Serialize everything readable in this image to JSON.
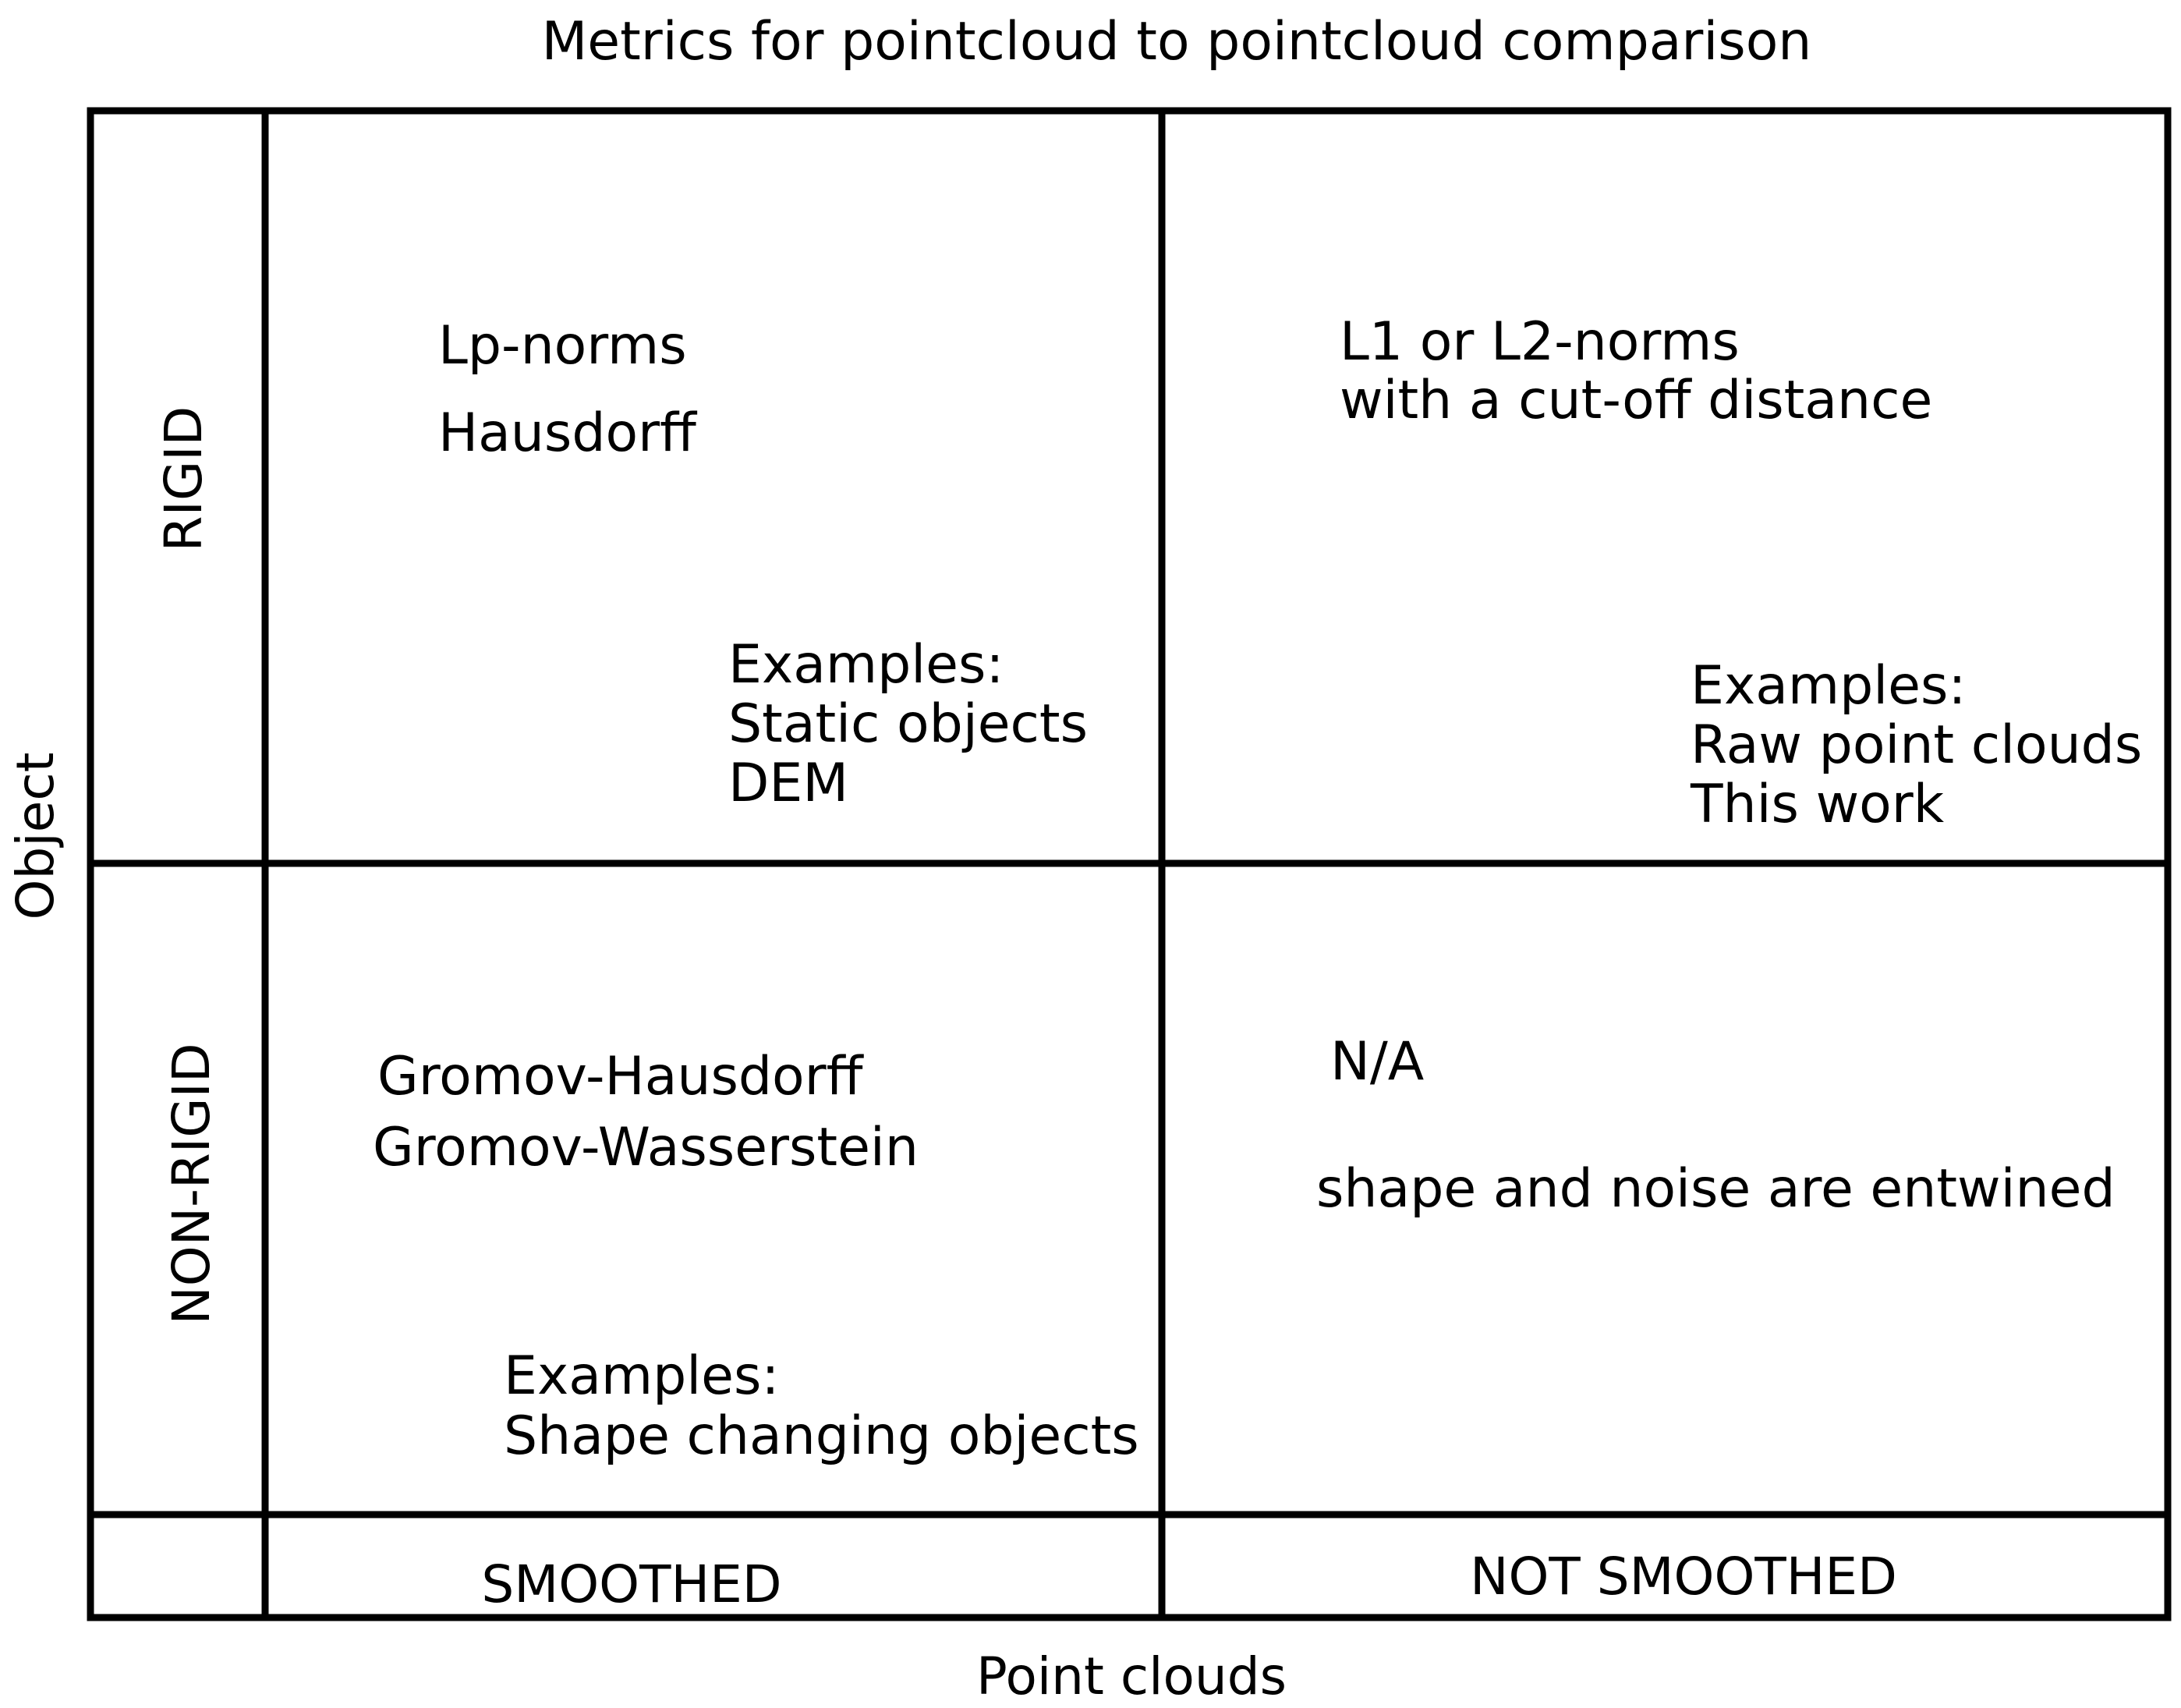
{
  "title": "Metrics for pointcloud to pointcloud comparison",
  "axes": {
    "x_label": "Point clouds",
    "y_label": "Object"
  },
  "rows": {
    "rigid": "RIGID",
    "non_rigid": "NON-RIGID"
  },
  "columns": {
    "smoothed": "SMOOTHED",
    "not_smoothed": "NOT SMOOTHED"
  },
  "cells": {
    "rigid_smoothed": {
      "metrics": [
        "Lp-norms",
        "Hausdorff"
      ],
      "examples": [
        "Examples:",
        "Static objects",
        "DEM"
      ]
    },
    "rigid_not_smoothed": {
      "metrics": [
        "L1 or L2-norms",
        "with a cut-off distance"
      ],
      "examples": [
        "Examples:",
        "Raw point clouds",
        "This work"
      ]
    },
    "non_rigid_smoothed": {
      "metrics": [
        "Gromov-Hausdorff",
        "Gromov-Wasserstein"
      ],
      "examples": [
        "Examples:",
        "Shape changing objects"
      ]
    },
    "non_rigid_not_smoothed": {
      "status": "N/A",
      "note": "shape and noise are entwined"
    }
  }
}
